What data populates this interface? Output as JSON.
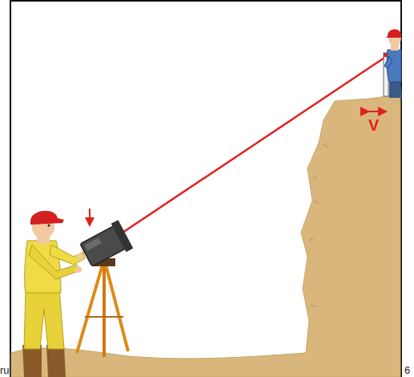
{
  "diagram": {
    "labels": [
      "V",
      "ru",
      "6"
    ]
  }
}
